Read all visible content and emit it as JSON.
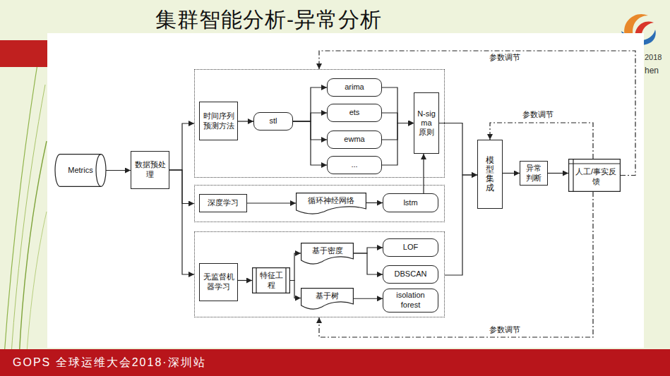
{
  "diagram": {
    "title": "集群智能分析-异常分析",
    "nodes": [
      {
        "text": [
          "Metrics"
        ]
      },
      {
        "text": [
          "数据预处理"
        ]
      },
      {
        "text": []
      },
      {
        "text": [
          "时间序列预测方法"
        ],
        "in": 2
      },
      {
        "text": [
          "stl"
        ],
        "in": 2
      },
      {
        "text": [
          "arima"
        ],
        "in": 2
      },
      {
        "text": [
          "ets"
        ],
        "in": 2
      },
      {
        "text": [
          "ewma"
        ],
        "in": 2
      },
      {
        "text": [
          "..."
        ],
        "in": 2
      },
      {
        "text": [
          "N-sigma原则"
        ],
        "in": 2
      },
      {
        "text": []
      },
      {
        "text": [
          "深度学习"
        ],
        "in": 10
      },
      {
        "text": [
          "循环神经网络"
        ],
        "in": 10
      },
      {
        "text": [
          "lstm"
        ],
        "in": 10
      },
      {
        "text": []
      },
      {
        "text": [
          "无监督机器学习"
        ],
        "in": 14
      },
      {
        "text": [
          "特征工程"
        ],
        "in": 14
      },
      {
        "text": [
          "基于密度"
        ],
        "in": 14
      },
      {
        "text": [
          "LOF"
        ],
        "in": 14
      },
      {
        "text": [
          "DBSCAN"
        ],
        "in": 14
      },
      {
        "text": [
          "基于树"
        ],
        "in": 14
      },
      {
        "text": [
          "isolation forest"
        ],
        "in": 14
      },
      {
        "text": [
          "模型集成"
        ]
      },
      {
        "text": [
          "异常判断"
        ]
      },
      {
        "text": [
          "人工/事实反馈"
        ]
      }
    ],
    "edges": [
      {
        "from": 0,
        "to": 1,
        "arrow": "to"
      },
      {
        "from": 1,
        "to": 2,
        "arrow": "to"
      },
      {
        "from": 1,
        "to": 10,
        "arrow": "to"
      },
      {
        "from": 1,
        "to": 14,
        "arrow": "to"
      },
      {
        "from": 3,
        "to": 4,
        "arrow": "to"
      },
      {
        "from": 4,
        "to": 5,
        "arrow": "to"
      },
      {
        "from": 4,
        "to": 6,
        "arrow": "to"
      },
      {
        "from": 4,
        "to": 7,
        "arrow": "to"
      },
      {
        "from": 4,
        "to": 8,
        "arrow": "to"
      },
      {
        "from": 5,
        "to": 9,
        "arrow": "to"
      },
      {
        "from": 6,
        "to": 9,
        "arrow": "to"
      },
      {
        "from": 7,
        "to": 9,
        "arrow": "to"
      },
      {
        "from": 8,
        "to": 9,
        "arrow": "to"
      },
      {
        "from": 11,
        "to": 12,
        "arrow": "to"
      },
      {
        "from": 12,
        "to": 13,
        "arrow": "to"
      },
      {
        "from": 13,
        "to": 9,
        "arrow": "to"
      },
      {
        "from": 15,
        "to": 16,
        "arrow": "to"
      },
      {
        "from": 16,
        "to": 17,
        "arrow": "to"
      },
      {
        "from": 16,
        "to": 20,
        "arrow": "to"
      },
      {
        "from": 17,
        "to": 18,
        "arrow": "to"
      },
      {
        "from": 17,
        "to": 19,
        "arrow": "to"
      },
      {
        "from": 20,
        "to": 21,
        "arrow": "to"
      },
      {
        "from": 9,
        "to": 22,
        "arrow": "to"
      },
      {
        "from": 14,
        "to": 22,
        "arrow": "to"
      },
      {
        "from": 22,
        "to": 23,
        "arrow": "to"
      },
      {
        "from": 23,
        "to": 24,
        "arrow": "to"
      },
      {
        "from": 24,
        "to": 2,
        "label": "参数调节",
        "arrow": "to"
      },
      {
        "from": 24,
        "to": 22,
        "label": "参数调节",
        "arrow": "to"
      },
      {
        "from": 24,
        "to": 14,
        "label": "参数调节",
        "arrow": "to"
      }
    ],
    "labels": [
      "2018",
      "hen",
      "GOPS 全球运维大会2018·深圳站"
    ]
  }
}
